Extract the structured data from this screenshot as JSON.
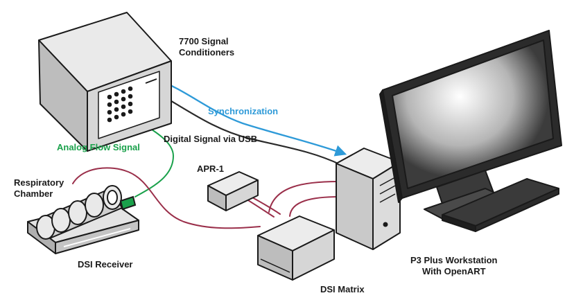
{
  "colors": {
    "sync": "#2e9ad8",
    "analog": "#1aa14b",
    "cable_red": "#9a2f4a",
    "cable_dark": "#2a2a2a",
    "device_fill": "#d8d8d8",
    "outline": "#1a1a1a"
  },
  "labels": {
    "conditioners": [
      "7700 Signal",
      "Conditioners"
    ],
    "synchronization": "Synchronization",
    "digital_signal": "Digital Signal via USB",
    "analog_flow": "Analog Flow Signal",
    "respiratory_chamber": [
      "Respiratory",
      "Chamber"
    ],
    "apr1": "APR-1",
    "dsi_receiver": "DSI Receiver",
    "dsi_matrix": "DSI Matrix",
    "workstation": [
      "P3 Plus Workstation",
      "With OpenART"
    ]
  },
  "icons": {
    "conditioner": "signal-conditioner-box-icon",
    "chamber": "respiratory-chamber-icon",
    "receiver": "dsi-receiver-plate-icon",
    "apr": "apr1-box-icon",
    "matrix": "dsi-matrix-box-icon",
    "tower": "pc-tower-icon",
    "monitor": "monitor-icon",
    "keyboard": "keyboard-icon"
  }
}
